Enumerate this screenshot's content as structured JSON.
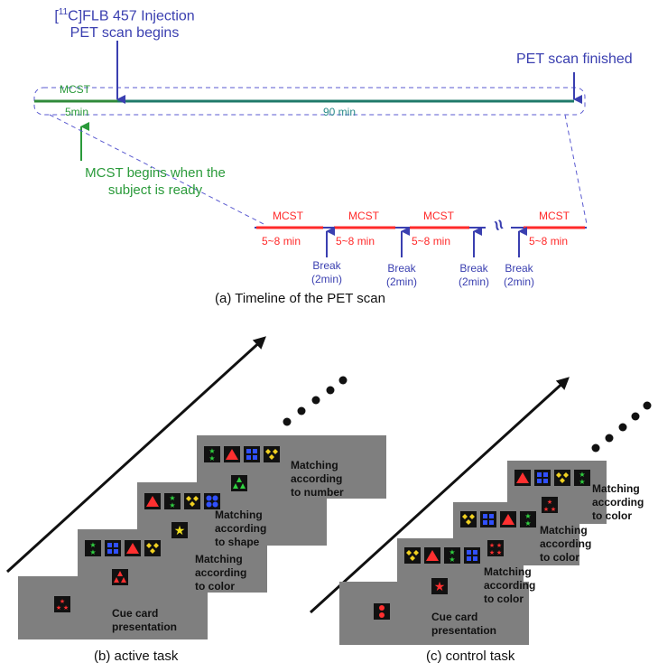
{
  "timeline": {
    "injection_line1_pre": "[",
    "injection_sup": "11",
    "injection_line1_post": "C]FLB 457 Injection",
    "injection_line2": "PET scan begins",
    "pet_finished": "PET scan finished",
    "mcst_top": "MCST",
    "duration_5": "5min",
    "duration_90": "90 min",
    "mcst_begins_line1": "MCST begins when the",
    "mcst_begins_line2": "subject is ready",
    "blocks": [
      {
        "mcst": "MCST",
        "dur": "5~8 min"
      },
      {
        "mcst": "MCST",
        "dur": "5~8 min"
      },
      {
        "mcst": "MCST",
        "dur": "5~8 min"
      },
      {
        "mcst": "MCST",
        "dur": "5~8 min"
      }
    ],
    "breaks": [
      {
        "l1": "Break",
        "l2": "(2min)"
      },
      {
        "l1": "Break",
        "l2": "(2min)"
      },
      {
        "l1": "Break",
        "l2": "(2min)"
      },
      {
        "l1": "Break",
        "l2": "(2min)"
      }
    ],
    "ellipsis_mark": "≈",
    "caption": "(a) Timeline of the PET scan"
  },
  "active": {
    "panels": [
      {
        "l1": "Cue card",
        "l2": "presentation"
      },
      {
        "l1": "Matching",
        "l2": "according",
        "l3": "to color"
      },
      {
        "l1": "Matching",
        "l2": "according",
        "l3": "to shape"
      },
      {
        "l1": "Matching",
        "l2": "according",
        "l3": "to number"
      }
    ],
    "caption": "(b) active task"
  },
  "control": {
    "panels": [
      {
        "l1": "Cue card",
        "l2": "presentation"
      },
      {
        "l1": "Matching",
        "l2": "according",
        "l3": "to color"
      },
      {
        "l1": "Matching",
        "l2": "according",
        "l3": "to color"
      },
      {
        "l1": "Matching",
        "l2": "according",
        "l3": "to color"
      }
    ],
    "caption": "(c) control task"
  },
  "colors": {
    "blue": "#3a3fb0",
    "green": "#2a9a3a",
    "red": "#ff2a2a",
    "teal_line": "#1f7a6a",
    "panel_gray": "#7f7f7f"
  }
}
